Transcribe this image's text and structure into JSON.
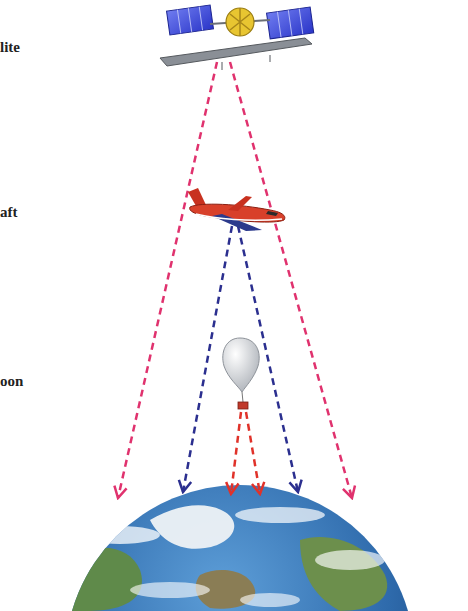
{
  "diagram": {
    "labels": [
      "lite",
      "aft",
      "oon"
    ]
  }
}
